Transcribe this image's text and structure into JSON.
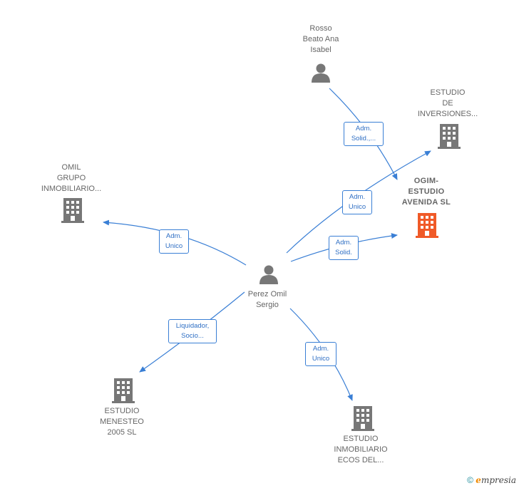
{
  "nodes": {
    "rosso": {
      "lines": [
        "Rosso",
        "Beato Ana",
        "Isabel"
      ],
      "type": "person"
    },
    "estudio_inversiones": {
      "lines": [
        "ESTUDIO",
        "DE",
        "INVERSIONES..."
      ],
      "type": "company"
    },
    "ogim": {
      "lines": [
        "OGIM-",
        "ESTUDIO",
        "AVENIDA  SL"
      ],
      "type": "company-focus"
    },
    "omil_grupo": {
      "lines": [
        "OMIL",
        "GRUPO",
        "INMOBILIARIO..."
      ],
      "type": "company"
    },
    "perez": {
      "lines": [
        "Perez Omil",
        "Sergio"
      ],
      "type": "person"
    },
    "menesteo": {
      "lines": [
        "ESTUDIO",
        "MENESTEO",
        "2005 SL"
      ],
      "type": "company"
    },
    "ecos": {
      "lines": [
        "ESTUDIO",
        "INMOBILIARIO",
        "ECOS DEL..."
      ],
      "type": "company"
    }
  },
  "edges": [
    {
      "from": "rosso",
      "to": "ogim",
      "label": [
        "Adm.",
        "Solid.,..."
      ]
    },
    {
      "from": "perez",
      "to": "estudio_inversiones",
      "label": [
        "Adm.",
        "Unico"
      ]
    },
    {
      "from": "perez",
      "to": "ogim",
      "label": [
        "Adm.",
        "Solid."
      ]
    },
    {
      "from": "perez",
      "to": "omil_grupo",
      "label": [
        "Adm.",
        "Unico"
      ]
    },
    {
      "from": "perez",
      "to": "menesteo",
      "label": [
        "Liquidador,",
        "Socio..."
      ]
    },
    {
      "from": "perez",
      "to": "ecos",
      "label": [
        "Adm.",
        "Unico"
      ]
    }
  ],
  "colors": {
    "edge": "#3a7fd5",
    "node_gray": "#777777",
    "focus": "#f05a28"
  },
  "watermark": {
    "copyright": "©",
    "brand_e": "e",
    "brand_rest": "mpresia"
  }
}
